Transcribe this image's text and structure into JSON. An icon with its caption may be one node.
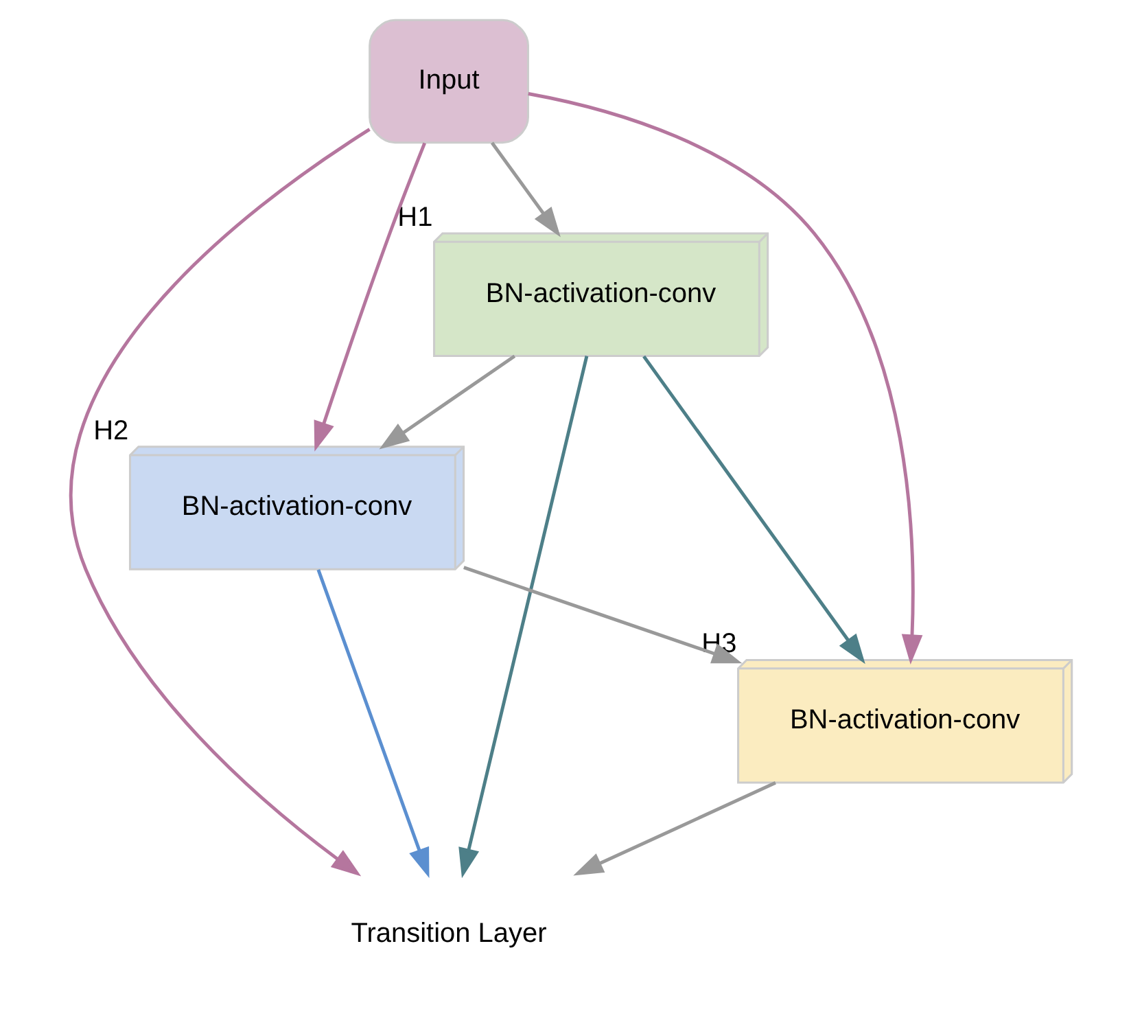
{
  "diagram": {
    "nodes": [
      {
        "text": [
          "Input"
        ]
      },
      {
        "text": [
          "BN-activation-conv"
        ],
        "beside": [
          "H1"
        ]
      },
      {
        "text": [
          "BN-activation-conv"
        ],
        "beside": [
          "H2"
        ]
      },
      {
        "text": [
          "BN-activation-conv"
        ],
        "beside": [
          "H3"
        ]
      },
      {
        "text": [
          "Transition Layer"
        ]
      }
    ],
    "edges": [
      {
        "from": 0,
        "to": 1,
        "arrow": "to"
      },
      {
        "from": 1,
        "to": 2,
        "arrow": "to"
      },
      {
        "from": 2,
        "to": 3,
        "arrow": "to"
      },
      {
        "from": 3,
        "to": 4,
        "arrow": "to"
      },
      {
        "from": 0,
        "to": 2,
        "arrow": "to",
        "color": "#b5769e"
      },
      {
        "from": 0,
        "to": 3,
        "arrow": "to",
        "color": "#b5769e"
      },
      {
        "from": 0,
        "to": 4,
        "arrow": "to",
        "color": "#b5769e"
      },
      {
        "from": 1,
        "to": 3,
        "arrow": "to",
        "color": "#4d7f88"
      },
      {
        "from": 1,
        "to": 4,
        "arrow": "to",
        "color": "#4d7f88"
      },
      {
        "from": 2,
        "to": 4,
        "arrow": "to",
        "color": "#5b8fd0"
      }
    ]
  }
}
